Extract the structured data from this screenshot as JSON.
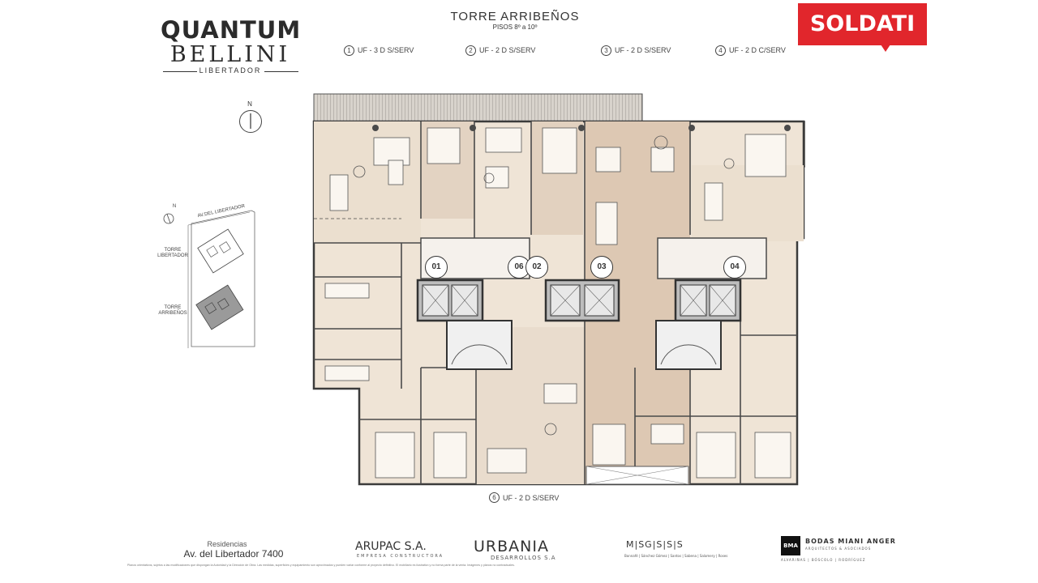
{
  "brand": {
    "quantum": "QUANTUM",
    "bellini": "BELLINI",
    "libertador": "LIBERTADOR"
  },
  "header": {
    "title": "TORRE  ARRIBEÑOS",
    "subtitle": "PISOS  8º a 10º"
  },
  "legend": [
    {
      "num": "1",
      "label": "UF - 3 D S/SERV"
    },
    {
      "num": "2",
      "label": "UF - 2 D S/SERV"
    },
    {
      "num": "3",
      "label": "UF - 2 D S/SERV"
    },
    {
      "num": "4",
      "label": "UF - 2 D C/SERV"
    }
  ],
  "legend_bottom": {
    "num": "6",
    "label": "UF - 2 D S/SERV"
  },
  "soldati": {
    "label": "SOLDATI",
    "color": "#e1262c"
  },
  "compass": {
    "label": "N"
  },
  "site": {
    "street": "AV.DEL LIBERTADOR",
    "compass": "N",
    "torre_libertador": [
      "TORRE",
      "LIBERTADOR"
    ],
    "torre_arribenos": [
      "TORRE",
      "ARRIBEÑOS"
    ]
  },
  "unit_markers": [
    "01",
    "06",
    "02",
    "03",
    "04"
  ],
  "colors": {
    "floor_light": "#efe4d6",
    "floor_mid": "#e6d6c4",
    "floor_dark": "#d9c2ac",
    "wall": "#4a4a4a",
    "terrace": "#c9c4bd"
  },
  "footer": {
    "residencias": "Residencias",
    "address": "Av. del Libertador  7400",
    "arupac": "ARUPAC S.A.",
    "arupac_sub": "EMPRESA CONSTRUCTORA",
    "urbania": "URBANIA",
    "urbania_sub": "DESARROLLOS S.A",
    "msgsss": "M|SG|S|S|S",
    "msgsss_sub": "Bonnafé | Sánchez Gómez | Santos | Sabena | Salamery | Roses",
    "bma_box": "BMA",
    "bma_name": "BODAS MIANI ANGER",
    "bma_sub": "ARQUITECTOS & ASOCIADOS",
    "bma_partners": "ALVARIÑAS | BÓSCOLO | RODRÍGUEZ",
    "disclaimer": "Planos orientativos, sujetos a las modificaciones que dispongan la Autoridad y la Dirección de Obra. Las medidas, superficies y equipamiento son aproximados y pueden variar conforme al proyecto definitivo. El mobiliario es ilustrativo y no forma parte de la venta. Imágenes y planos no contractuales."
  }
}
